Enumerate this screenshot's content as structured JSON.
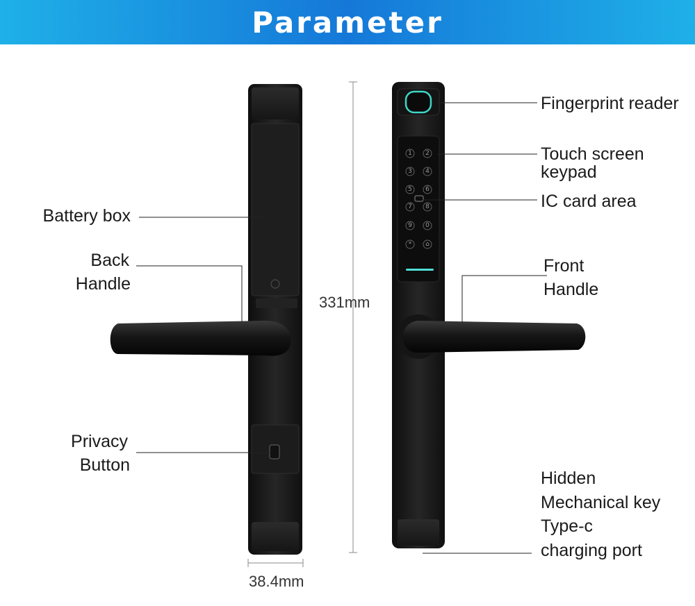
{
  "banner": {
    "title": "Parameter"
  },
  "labels": {
    "battery_box": "Battery box",
    "back_handle_line1": "Back",
    "back_handle_line2": "Handle",
    "privacy_line1": "Privacy",
    "privacy_line2": "Button",
    "fingerprint": "Fingerprint reader",
    "touch_line1": "Touch screen",
    "touch_line2": "keypad",
    "ic_card": "IC card area",
    "front_line1": "Front",
    "front_line2": "Handle",
    "hidden_1": "Hidden",
    "hidden_2": "Mechanical key",
    "hidden_3": "Type-c",
    "hidden_4": "charging port"
  },
  "dimensions": {
    "height": "331mm",
    "width": "38.4mm"
  },
  "keypad": {
    "keys": [
      "1",
      "2",
      "3",
      "4",
      "5",
      "6",
      "7",
      "8",
      "9",
      "0",
      "*",
      "⌂"
    ]
  },
  "colors": {
    "banner_start": "#1fb0e8",
    "banner_mid": "#1578d8",
    "lock_body": "#1b1b1b",
    "fingerprint_ring": "#3fd6c6",
    "indicator": "#4fe0d6"
  }
}
